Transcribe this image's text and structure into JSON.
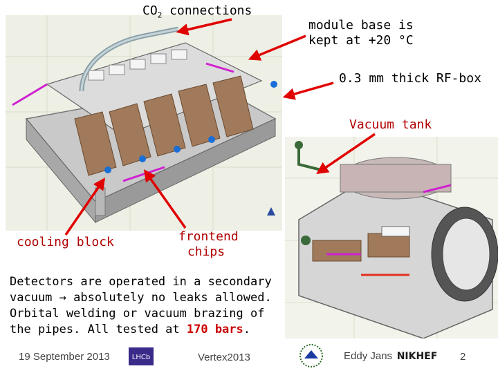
{
  "annotations": {
    "co2_prefix": "CO",
    "co2_sub": "2",
    "co2_suffix": " connections",
    "module_base_line1": "module base is",
    "module_base_line2": "kept at +20 °C",
    "rf_box": "0.3 mm thick RF-box",
    "vacuum_tank": "Vacuum tank",
    "cooling_block": "cooling block",
    "frontend_line1": "frontend",
    "frontend_line2": "chips"
  },
  "body": {
    "line1": "Detectors are operated in a secondary",
    "line2_a": "vacuum ",
    "line2_arrow": "→",
    "line2_b": " absolutely no leaks allowed.",
    "line3": "Orbital welding or vacuum brazing of",
    "line4_a": "the pipes. All tested at ",
    "line4_highlight": "170 bars",
    "line4_b": "."
  },
  "footer": {
    "date": "19 September 2013",
    "conference": "Vertex2013",
    "author": "Eddy Jans",
    "logo_nikhef": "NIKHEF",
    "page_number": "2"
  },
  "colors": {
    "arrow": "#e00000",
    "highlight": "#cc0000",
    "vacuum_label": "#b00000"
  }
}
